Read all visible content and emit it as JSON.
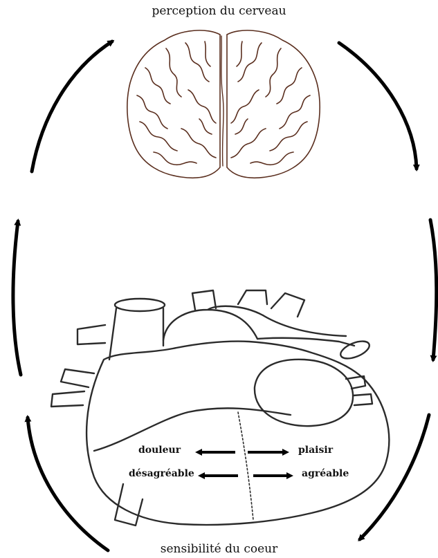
{
  "diagram": {
    "top_label": "perception du cerveau",
    "bottom_label": "sensibilité du coeur",
    "heart_labels": {
      "pain": "douleur",
      "pleasure": "plaisir",
      "unpleasant": "désagréable",
      "pleasant": "agréable"
    },
    "colors": {
      "arrows": "#000000",
      "brain_stroke": "#5a2e1e",
      "heart_stroke": "#2b2b2b"
    }
  }
}
